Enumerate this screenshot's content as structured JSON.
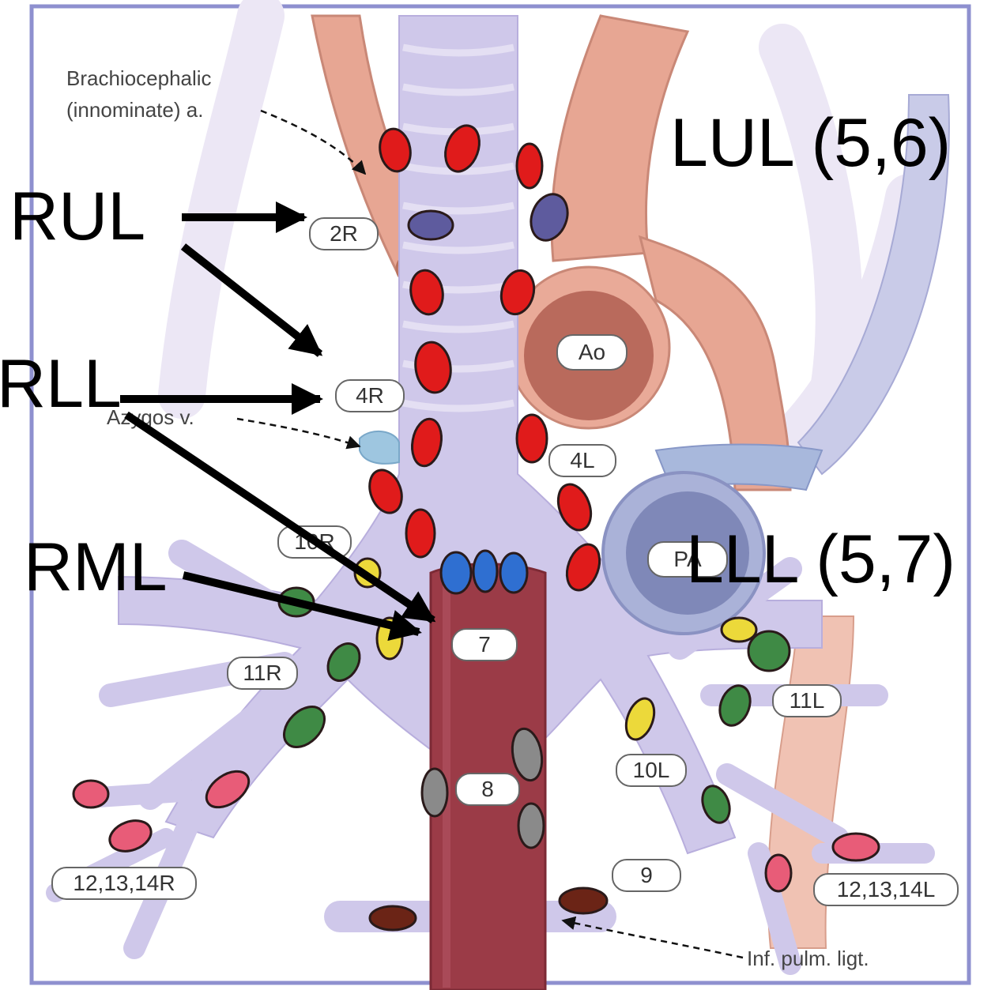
{
  "annotations": {
    "brachiocephalic_line1": "Brachiocephalic",
    "brachiocephalic_line2": "(innominate) a.",
    "azygos": "Azygos v.",
    "inf_pulm_ligt": "Inf. pulm. ligt."
  },
  "lobe_labels": {
    "rul": "RUL",
    "rll": "RLL",
    "rml": "RML",
    "lul": "LUL (5,6)",
    "lll": "LLL (5,7)"
  },
  "station_labels": {
    "s2r": "2R",
    "s4r": "4R",
    "s4l": "4L",
    "s10r": "10R",
    "s7": "7",
    "s11r": "11R",
    "s11l": "11L",
    "s10l": "10L",
    "s8": "8",
    "s9": "9",
    "s12r": "12,13,14R",
    "s12l": "12,13,14L",
    "ao": "Ao",
    "pa": "PA"
  },
  "colors": {
    "airway": "#cfc8ea",
    "airway_dark": "#b8aedd",
    "artery": "#e7a693",
    "aorta_inner": "#b96a5c",
    "pa": "#8d97c4",
    "esophagus": "#9b3b47",
    "node_red": "#e01b1b",
    "node_purple": "#5e5b9e",
    "node_blue": "#2f6fd1",
    "node_yellow": "#ecd93a",
    "node_green": "#3f8a45",
    "node_pink": "#e85c78",
    "node_gray": "#8a8a8a",
    "node_brown": "#6b2416",
    "frame": "#8e90cf"
  }
}
